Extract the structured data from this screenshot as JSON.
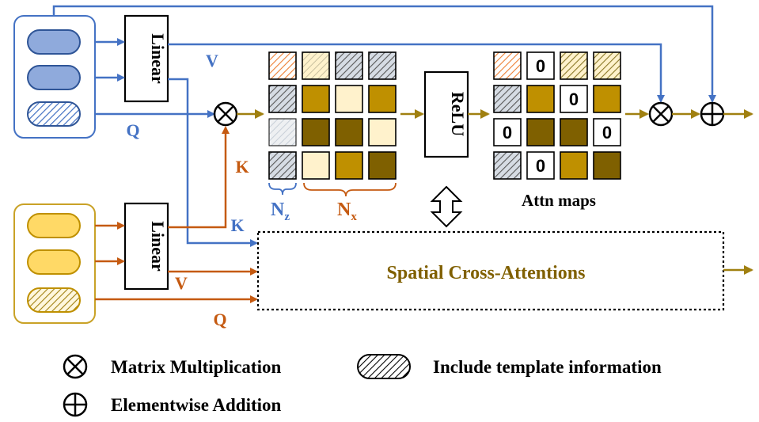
{
  "colors": {
    "blue": "#4472c4",
    "blue_fill": "#8faadc",
    "yellow_border": "#c9a227",
    "yellow_fill": "#ffd966",
    "orange": "#c55a11",
    "gold_arrow": "#a08010",
    "gold_text": "#806000",
    "cell_light": "#fff2cc",
    "cell_mid": "#bf9000",
    "cell_dark": "#7f6000",
    "black": "#000000"
  },
  "blocks": {
    "linear_top": "Linear",
    "linear_bottom": "Linear",
    "relu": "ReLU",
    "spatial": "Spatial Cross-Attentions"
  },
  "labels": {
    "v_top": "V",
    "q_top": "Q",
    "k_orange": "K",
    "k_blue": "K",
    "v_bottom": "V",
    "q_bottom": "Q",
    "nz_main": "N",
    "nz_sub": "z",
    "nx_main": "N",
    "nx_sub": "x",
    "attn_maps": "Attn maps"
  },
  "matrix_left": [
    [
      "hatch-orange",
      "hatch-light",
      "hatch-blue",
      "hatch-blue"
    ],
    [
      "hatch-blue",
      "mid",
      "light",
      "mid"
    ],
    [
      "hatch-faint",
      "dark",
      "dark",
      "light"
    ],
    [
      "hatch-blue",
      "light",
      "mid",
      "dark"
    ]
  ],
  "matrix_right": [
    [
      "hatch-orange",
      "zero",
      "hatch-yellow",
      "hatch-yellow"
    ],
    [
      "hatch-blue",
      "mid",
      "zero",
      "mid"
    ],
    [
      "zero",
      "dark",
      "dark",
      "zero"
    ],
    [
      "hatch-blue",
      "zero",
      "mid",
      "dark"
    ]
  ],
  "zero_text": "0",
  "legend": {
    "matmul_symbol": "⊗",
    "matmul_text": "Matrix Multiplication",
    "add_symbol": "⊕",
    "add_text": "Elementwise Addition",
    "template_text": "Include template information"
  }
}
